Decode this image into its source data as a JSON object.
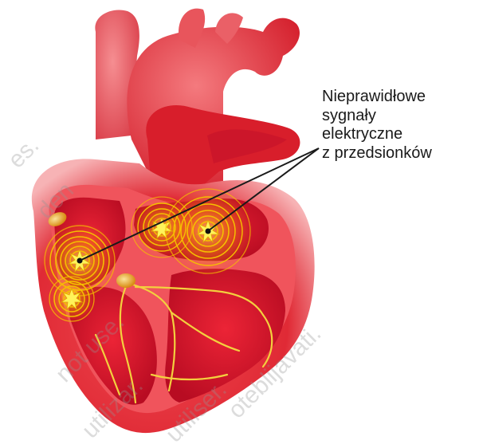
{
  "callout": {
    "lines": [
      "Nieprawidłowe",
      "sygnały",
      "elektryczne",
      "z przedsionków"
    ]
  },
  "watermark": {
    "fragments": [
      "es.",
      "den",
      "not use.",
      "utilizar.",
      "utiliser.",
      "oteblijavati."
    ]
  },
  "colors": {
    "heart_outer": "#e8343f",
    "heart_inner": "#c8102e",
    "chamber": "#d6102a",
    "conduction": "#f3d03e",
    "signal_ring": "#f5c000",
    "callout_line": "#1a1a1a"
  }
}
